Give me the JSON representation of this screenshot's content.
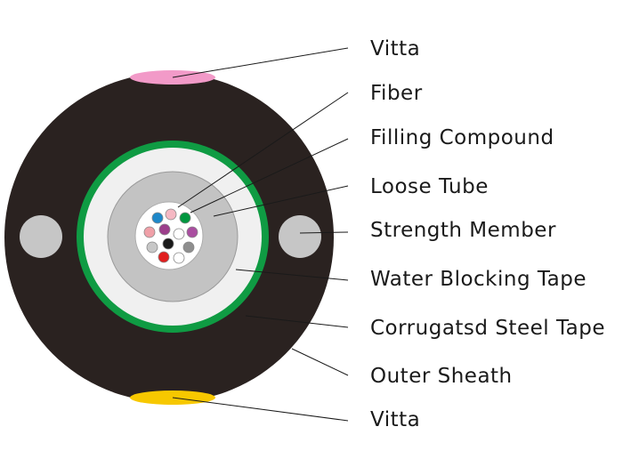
{
  "labels": {
    "vitta_top": "Vitta",
    "fiber": "Fiber",
    "filling_compound": "Filling Compound",
    "loose_tube": "Loose Tube",
    "strength_member": "Strength Member",
    "water_blocking_tape": "Water Blocking Tape",
    "corrugated_steel_tape": "Corrugatsd Steel Tape",
    "outer_sheath": "Outer Sheath",
    "vitta_bottom": "Vitta"
  },
  "colors": {
    "outer_sheath": "#2a2220",
    "vitta_top": "#f29ac8",
    "vitta_bottom": "#f7c800",
    "strength_member": "#c6c6c6",
    "steel_tape": "#0f9b43",
    "water_blocking_tape": "#f0f0f0",
    "filling_compound": "#c3c3c3",
    "loose_tube": "#ffffff",
    "fibers": [
      "#f5b8c3",
      "#1e88c9",
      "#00963f",
      "#f0a0a8",
      "#9c3f8b",
      "#ffffff",
      "#a94ea0",
      "#c7c7c7",
      "#1a1a1a",
      "#8e8e8e",
      "#e01f1f",
      "#ffffff"
    ]
  }
}
